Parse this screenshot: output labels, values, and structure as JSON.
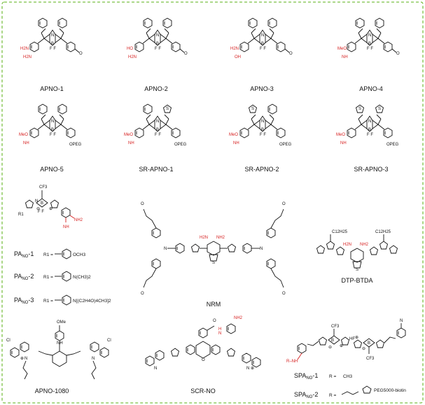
{
  "frame": {
    "border_color": "#7bc043"
  },
  "colors": {
    "ink": "#111111",
    "highlight": "#d62020"
  },
  "compounds": [
    {
      "id": "apno-1",
      "label": "APNO-1"
    },
    {
      "id": "apno-2",
      "label": "APNO-2"
    },
    {
      "id": "apno-3",
      "label": "APNO-3"
    },
    {
      "id": "apno-4",
      "label": "APNO-4"
    },
    {
      "id": "apno-5",
      "label": "APNO-5"
    },
    {
      "id": "sr-apno-1",
      "label": "SR-APNO-1"
    },
    {
      "id": "sr-apno-2",
      "label": "SR-APNO-2"
    },
    {
      "id": "sr-apno-3",
      "label": "SR-APNO-3"
    },
    {
      "id": "nrm",
      "label": "NRM"
    },
    {
      "id": "dtp-btda",
      "label": "DTP-BTDA"
    },
    {
      "id": "apno-1080",
      "label": "APNO-1080"
    },
    {
      "id": "scr-no",
      "label": "SCR-NO"
    }
  ],
  "pa_series": {
    "r_label": "R1",
    "items": [
      {
        "name": "PANO-1",
        "prefix": "PA",
        "sub": "NO",
        "suffix": "-1",
        "r1": "R1 =",
        "group": "OCH3"
      },
      {
        "name": "PANO-2",
        "prefix": "PA",
        "sub": "NO",
        "suffix": "-2",
        "r1": "R1 =",
        "group": "N(CH3)2"
      },
      {
        "name": "PANO-3",
        "prefix": "PA",
        "sub": "NO",
        "suffix": "-3",
        "r1": "R1 =",
        "group": "N[(C2H4O)4CH3]2"
      }
    ]
  },
  "spa_series": {
    "items": [
      {
        "name": "SPANO-1",
        "prefix": "SPA",
        "sub": "NO",
        "suffix": "-1",
        "r": "R =",
        "group": "CH3"
      },
      {
        "name": "SPANO-2",
        "prefix": "SPA",
        "sub": "NO",
        "suffix": "-2",
        "r": "R =",
        "group": "PEG5000-biotin"
      }
    ]
  },
  "atoms": {
    "n": "N",
    "b": "B",
    "f": "F",
    "fs": "F F",
    "o": "O",
    "s": "S",
    "h": "H",
    "nh2": "NH2",
    "h2n": "H2N",
    "ho": "HO",
    "oh": "OH",
    "meo": "MeO",
    "nh": "NH",
    "opeg": "OPEG",
    "cf3": "CF3",
    "c12h25": "C12H25",
    "cl": "Cl",
    "ome": "OMe",
    "r": "R",
    "r1": "R1",
    "rnh": "R–NH",
    "plus": "⊕",
    "minus": "⊖",
    "hf": "HF",
    "methoxy": "O"
  }
}
